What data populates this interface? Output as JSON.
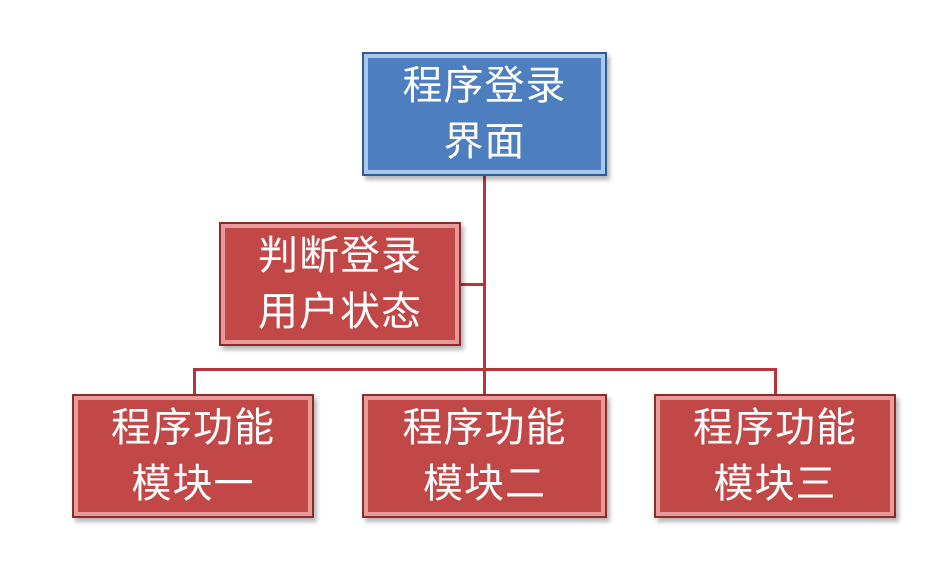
{
  "diagram": {
    "root": {
      "line1": "程序登录",
      "line2": "界面"
    },
    "check": {
      "line1": "判断登录",
      "line2": "用户状态"
    },
    "modules": [
      {
        "line1": "程序功能",
        "line2": "模块一"
      },
      {
        "line1": "程序功能",
        "line2": "模块二"
      },
      {
        "line1": "程序功能",
        "line2": "模块三"
      }
    ]
  }
}
